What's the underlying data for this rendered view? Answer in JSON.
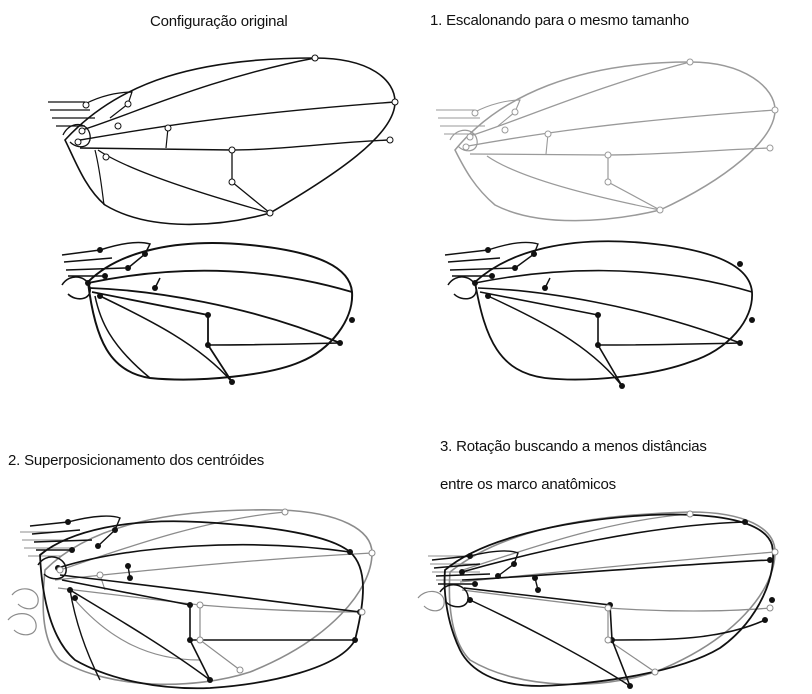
{
  "figure": {
    "original_label": "Configuração original",
    "step1_label": "1. Escalonando para o mesmo tamanho",
    "step2_label": "2. Superposicionamento dos centróides",
    "step3_label_line1": "3. Rotação buscando a menos distâncias",
    "step3_label_line2": "entre os marco anatômicos"
  },
  "colors": {
    "ink": "#111111",
    "light_ink": "#9a9a9a",
    "gray_ink": "#8c8c8c",
    "landmark": "#111111"
  }
}
